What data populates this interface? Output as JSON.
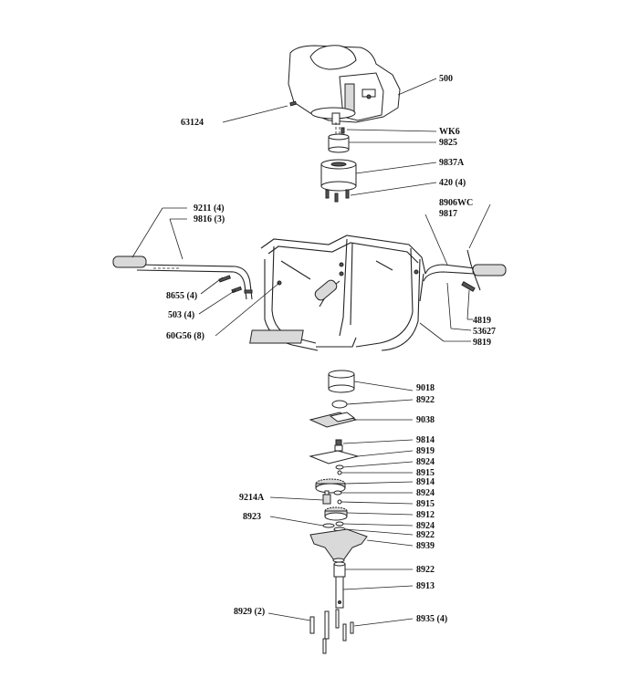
{
  "labels": {
    "p500": "500",
    "p63124": "63124",
    "pWK6": "WK6",
    "p9825": "9825",
    "p9837A": "9837A",
    "p420": "420 (4)",
    "p9211": "9211 (4)",
    "p9816": "9816 (3)",
    "p8906WC": "8906WC",
    "p9817": "9817",
    "p8655": "8655 (4)",
    "p503": "503 (4)",
    "p60G56": "60G56 (8)",
    "p4819": "4819",
    "p53627": "53627",
    "p9819": "9819",
    "p9018": "9018",
    "p8922a": "8922",
    "p9038": "9038",
    "p9814": "9814",
    "p8919": "8919",
    "p8924a": "8924",
    "p8915a": "8915",
    "p8914": "8914",
    "p8924b": "8924",
    "p9214A": "9214A",
    "p8915b": "8915",
    "p8912": "8912",
    "p8923": "8923",
    "p8924c": "8924",
    "p8922b": "8922",
    "p8939": "8939",
    "p8922c": "8922",
    "p8913": "8913",
    "p8929": "8929 (2)",
    "p8935": "8935 (4)"
  }
}
